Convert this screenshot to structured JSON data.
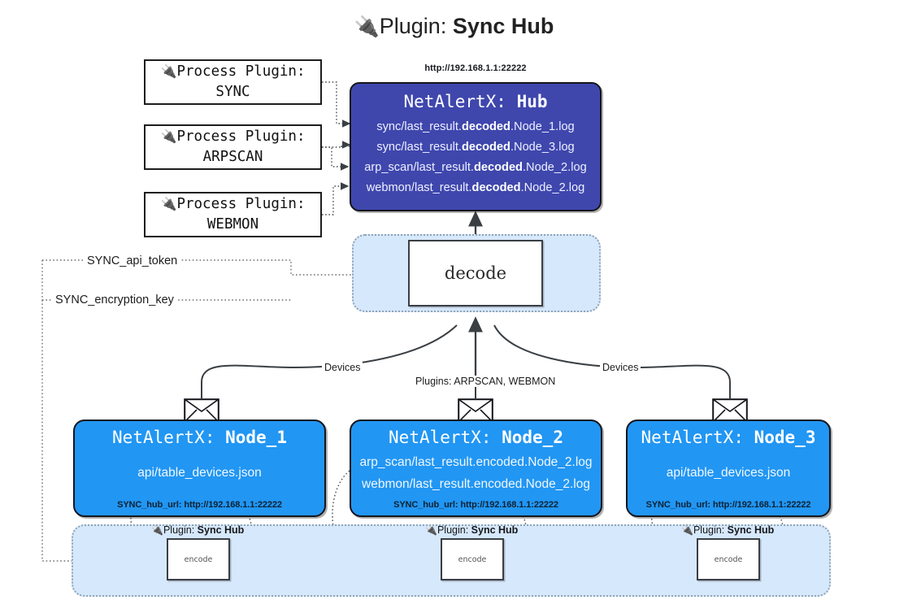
{
  "title": {
    "icon": "plug-icon",
    "lead": "Plugin: ",
    "strong": "Sync Hub"
  },
  "process_plugins": [
    {
      "icon": "plug-icon",
      "line1": "Process Plugin:",
      "line2": "SYNC"
    },
    {
      "icon": "plug-icon",
      "line1": "Process Plugin:",
      "line2": "ARPSCAN"
    },
    {
      "icon": "plug-icon",
      "line1": "Process Plugin:",
      "line2": "WEBMON"
    }
  ],
  "hub": {
    "url": "http://192.168.1.1:22222",
    "title_prefix": "NetAlertX: ",
    "title_name": "Hub",
    "logs": [
      {
        "pre": "sync/last_result.",
        "bold": "decoded",
        "post": ".Node_1.log"
      },
      {
        "pre": "sync/last_result.",
        "bold": "decoded",
        "post": ".Node_3.log"
      },
      {
        "pre": "arp_scan/last_result.",
        "bold": "decoded",
        "post": ".Node_2.log"
      },
      {
        "pre": "webmon/last_result.",
        "bold": "decoded",
        "post": ".Node_2.log"
      }
    ]
  },
  "decode": {
    "label": "decode"
  },
  "secrets": [
    {
      "label": "SYNC_api_token"
    },
    {
      "label": "SYNC_encryption_key"
    }
  ],
  "edge_labels": {
    "devices_left": "Devices",
    "devices_right": "Devices",
    "plugins_center": "Plugins: ARPSCAN, WEBMON"
  },
  "nodes": [
    {
      "icon": "envelope-icon",
      "title_prefix": "NetAlertX: ",
      "title_name": "Node_1",
      "lines": [
        "api/table_devices.json"
      ],
      "footer": "SYNC_hub_url: http://192.168.1.1:22222"
    },
    {
      "icon": "envelope-icon",
      "title_prefix": "NetAlertX: ",
      "title_name": "Node_2",
      "lines": [
        "arp_scan/last_result.encoded.Node_2.log",
        "webmon/last_result.encoded.Node_2.log"
      ],
      "footer": "SYNC_hub_url: http://192.168.1.1:22222"
    },
    {
      "icon": "envelope-icon",
      "title_prefix": "NetAlertX: ",
      "title_name": "Node_3",
      "lines": [
        "api/table_devices.json"
      ],
      "footer": "SYNC_hub_url: http://192.168.1.1:22222"
    }
  ],
  "encoders": [
    {
      "icon": "plug-icon",
      "caption_lead": "Plugin: ",
      "caption_strong": "Sync Hub",
      "label": "encode"
    },
    {
      "icon": "plug-icon",
      "caption_lead": "Plugin: ",
      "caption_strong": "Sync Hub",
      "label": "encode"
    },
    {
      "icon": "plug-icon",
      "caption_lead": "Plugin: ",
      "caption_strong": "Sync Hub",
      "label": "encode"
    }
  ],
  "colors": {
    "hub_fill": "#3f47ad",
    "node_fill": "#2196f3",
    "container_fill": "#d6e8fb",
    "stroke": "#15151c",
    "background": "#ffffff"
  }
}
